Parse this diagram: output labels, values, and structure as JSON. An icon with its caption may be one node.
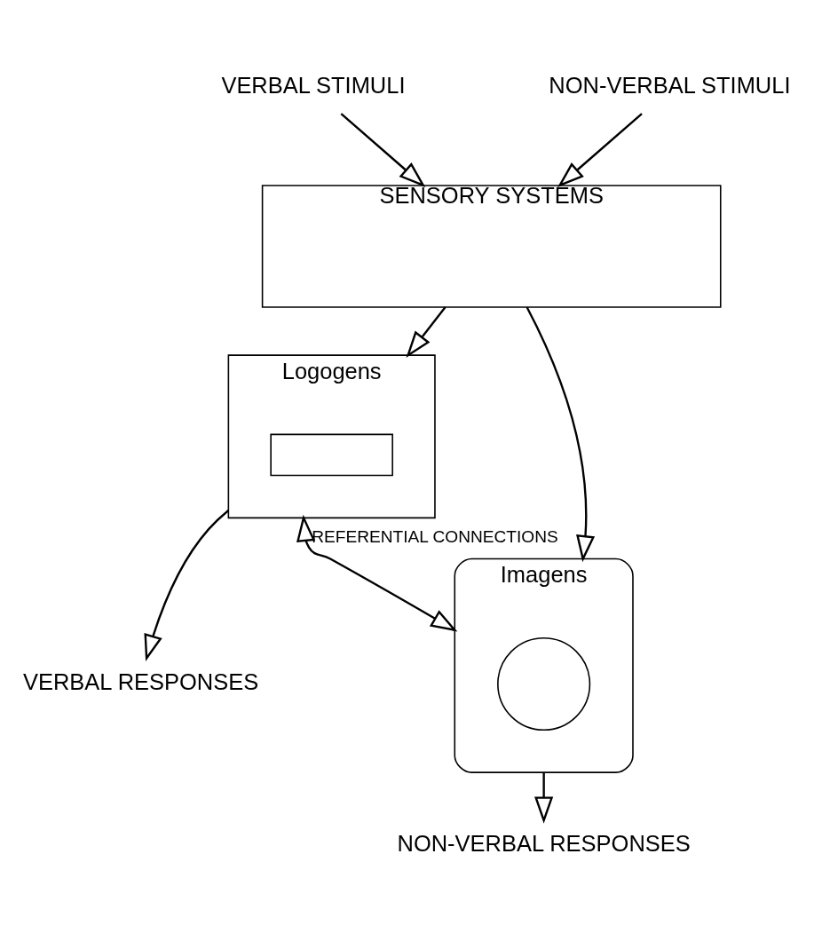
{
  "diagram": {
    "nodes": [
      {
        "text": [
          "VERBAL STIMULI"
        ]
      },
      {
        "text": [
          "NON-VERBAL STIMULI"
        ]
      },
      {
        "text": [
          "SENSORY SYSTEMS"
        ]
      },
      {
        "text": [
          "Logogens"
        ]
      },
      {
        "text": [],
        "shape": "box",
        "in": 3
      },
      {
        "text": [
          "Imagens"
        ]
      },
      {
        "text": [],
        "shape": "circle",
        "in": 5
      },
      {
        "text": [
          "VERBAL RESPONSES"
        ]
      },
      {
        "text": [
          "NON-VERBAL RESPONSES"
        ]
      }
    ],
    "edges": [
      {
        "from": 0,
        "to": 2,
        "arrow": "to"
      },
      {
        "from": 1,
        "to": 2,
        "arrow": "to"
      },
      {
        "from": 2,
        "to": 3,
        "arrow": "to"
      },
      {
        "from": 2,
        "to": 5,
        "arrow": "to"
      },
      {
        "from": 3,
        "to": 5,
        "arrow": "both",
        "label": "REFERENTIAL CONNECTIONS"
      },
      {
        "from": 3,
        "to": 7,
        "arrow": "to"
      },
      {
        "from": 5,
        "to": 8,
        "arrow": "to"
      }
    ]
  }
}
